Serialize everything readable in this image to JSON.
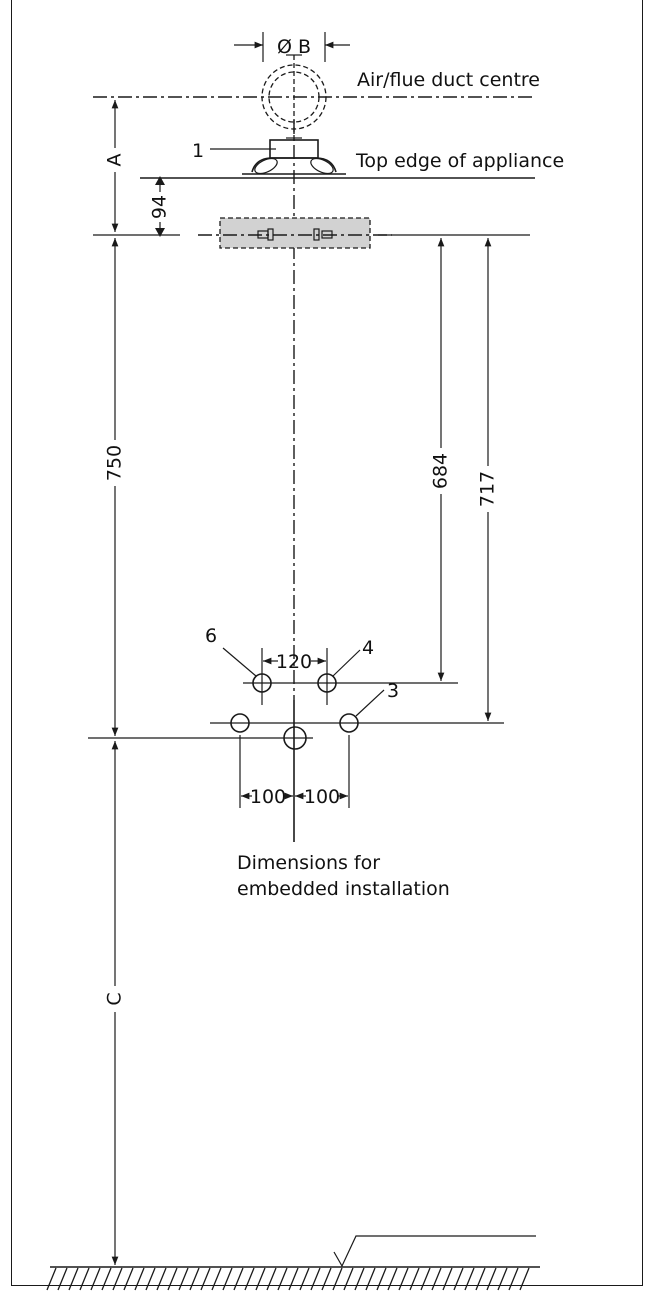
{
  "labels": {
    "diameter_b": "Ø B",
    "air_flue_centre": "Air/flue duct centre",
    "top_edge": "Top edge of appliance",
    "dim_a": "A",
    "dim_94": "94",
    "dim_750": "750",
    "dim_684": "684",
    "dim_717": "717",
    "dim_c": "C",
    "dim_120": "120",
    "dim_100_left": "100",
    "dim_100_right": "100",
    "callout_1": "1",
    "callout_3": "3",
    "callout_4": "4",
    "callout_6": "6",
    "caption_line1": "Dimensions for",
    "caption_line2": "embedded installation"
  },
  "colors": {
    "ink": "#1a1a1a",
    "bracket_fill": "#d2d2d2"
  }
}
